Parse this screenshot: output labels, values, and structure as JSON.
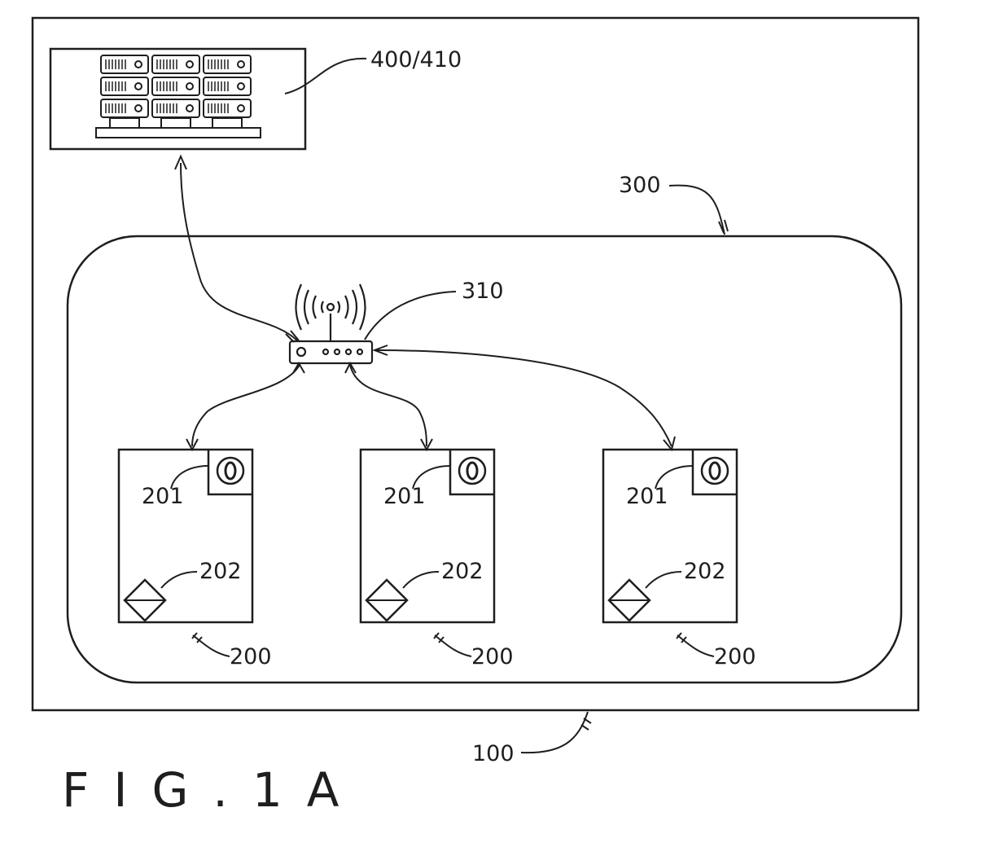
{
  "labels": {
    "server": "400/410",
    "network": "300",
    "router": "310",
    "system": "100",
    "sensor_a": "201",
    "sensor_b": "201",
    "sensor_c": "201",
    "indicator_a": "202",
    "indicator_b": "202",
    "indicator_c": "202",
    "device_a": "200",
    "device_b": "200",
    "device_c": "200"
  },
  "figure_caption": "FIG.1A",
  "icons": {
    "server": "server-rack-icon",
    "router": "wireless-router-icon",
    "sensor": "circle-o-icon",
    "indicator": "diamond-icon"
  }
}
